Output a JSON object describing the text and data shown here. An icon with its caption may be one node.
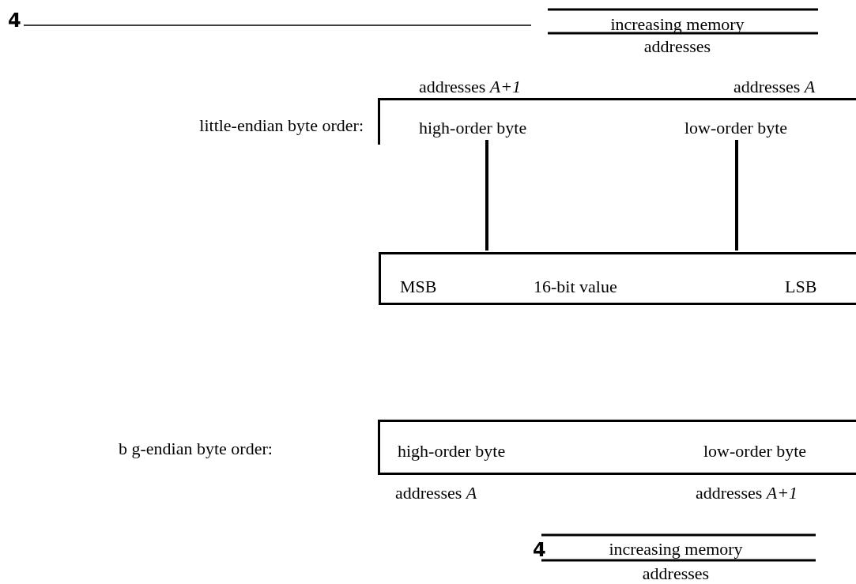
{
  "diagram": {
    "nodes": [
      {
        "text": [],
        "shape": "box"
      },
      {
        "text": [
          "high-order byte"
        ],
        "in": 0
      },
      {
        "text": [
          "low-order byte"
        ],
        "in": 0
      },
      {
        "text": [
          "MSB",
          "16-bit value",
          "LSB"
        ]
      },
      {
        "text": [
          "high-order byte",
          "low-order byte"
        ]
      }
    ],
    "edges": [
      {
        "from": 1,
        "to": 3,
        "arrow": "none"
      },
      {
        "from": 2,
        "to": 3,
        "arrow": "none"
      }
    ],
    "labels": [
      "4",
      "increasing memory",
      "addresses",
      "addresses *A+1*",
      "addresses *A*",
      "little-endian byte order:",
      "b g-endian byte order:",
      "addresses *A*",
      "addresses *A+1*",
      "4",
      "increasing memory",
      "addresses"
    ]
  }
}
